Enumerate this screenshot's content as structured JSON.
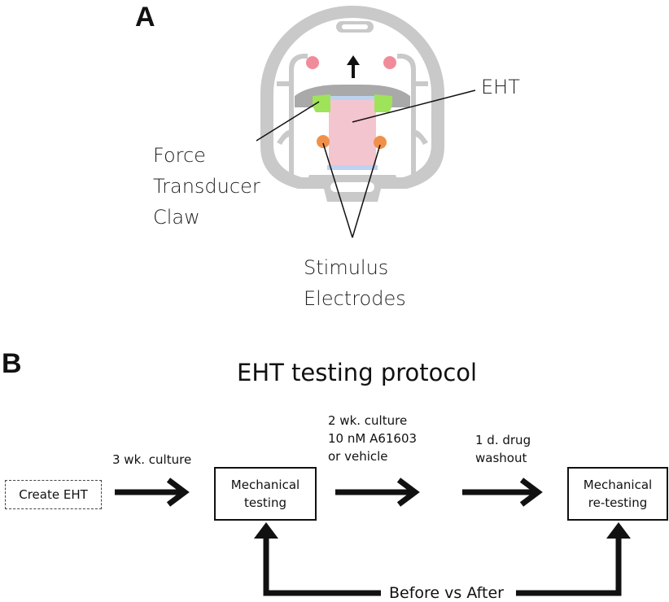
{
  "panel_a": {
    "letter": "A",
    "labels": {
      "eht": "EHT",
      "force_transducer_claw": [
        "Force",
        "Transducer",
        "Claw"
      ],
      "stimulus_electrodes": [
        "Stimulus",
        "Electrodes"
      ]
    },
    "colors": {
      "device": "#c9c9c9",
      "tissue": "#f3c5cf",
      "claw": "#9fe35a",
      "electrode": "#f0914b",
      "marker": "#f08c9a",
      "bar": "#bcd3ef"
    }
  },
  "panel_b": {
    "letter": "B",
    "title": "EHT testing protocol",
    "steps": {
      "create": "Create EHT",
      "culture_3wk": "3 wk. culture",
      "mechanical_testing": [
        "Mechanical",
        "testing"
      ],
      "culture_2wk": [
        "2 wk. culture",
        "10 nM A61603",
        "or vehicle"
      ],
      "drug_washout": [
        "1 d. drug",
        "washout"
      ],
      "retesting": [
        "Mechanical",
        "re-testing"
      ],
      "comparison": "Before vs After"
    }
  }
}
